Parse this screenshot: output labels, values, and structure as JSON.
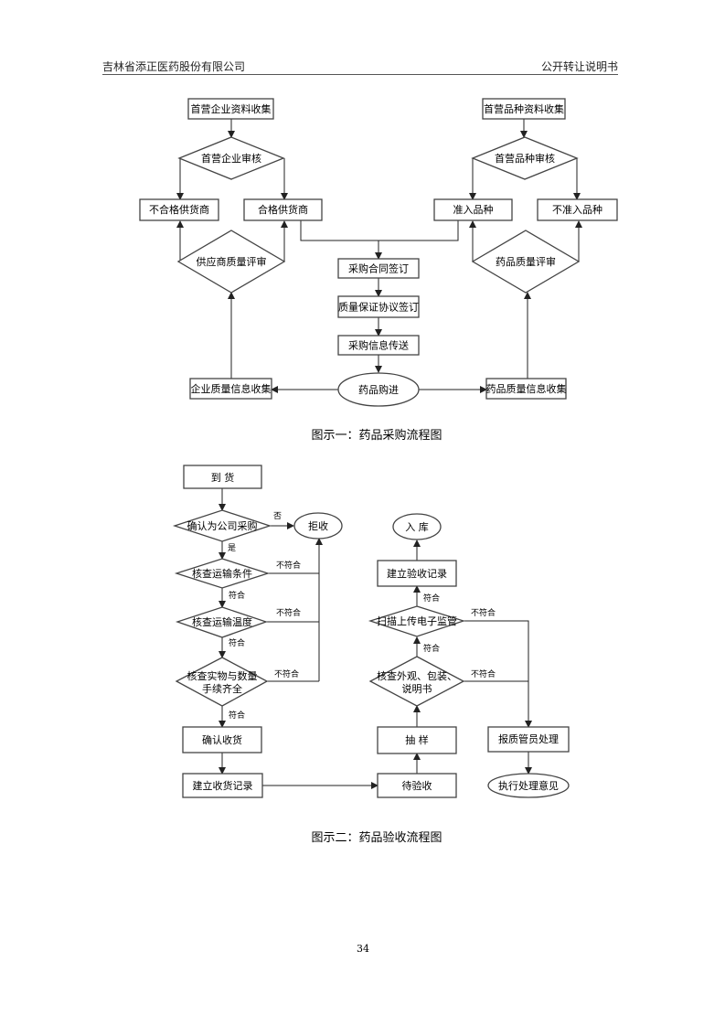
{
  "header": {
    "left": "吉林省添正医药股份有限公司",
    "right": "公开转让说明书"
  },
  "figure1": {
    "caption": "图示一：药品采购流程图",
    "nodes": {
      "company_info_collect": "首营企业资料收集",
      "company_review": "首营企业审核",
      "unqualified_supplier": "不合格供货商",
      "qualified_supplier": "合格供货商",
      "variety_info_collect": "首营品种资料收集",
      "variety_review": "首营品种审核",
      "admitted_variety": "准入品种",
      "rejected_variety": "不准入品种",
      "supplier_quality_review": "供应商质量评审",
      "drug_quality_review": "药品质量评审",
      "contract_signing": "采购合同签订",
      "quality_agreement": "质量保证协议签订",
      "purchase_info_transfer": "采购信息传送",
      "drug_purchase": "药品购进",
      "company_quality_info": "企业质量信息收集",
      "drug_quality_info": "药品质量信息收集"
    }
  },
  "figure2": {
    "caption": "图示二：药品验收流程图",
    "nodes": {
      "arrival": "到  货",
      "confirm_purchase": "确认为公司采购",
      "reject": "拒收",
      "check_transport": "核查运输条件",
      "check_temperature": "核查运输温度",
      "check_goods_line1": "核查实物与数量",
      "check_goods_line2": "手续齐全",
      "confirm_receipt": "确认收货",
      "receipt_record": "建立收货记录",
      "pending_inspection": "待验收",
      "sampling": "抽  样",
      "check_appearance_line1": "核查外观、包装、",
      "check_appearance_line2": "说明书",
      "scan_upload": "扫描上传电子监管",
      "inspection_record": "建立验收记录",
      "warehousing": "入  库",
      "report_qa": "报质管员处理",
      "execute_opinion": "执行处理意见"
    },
    "labels": {
      "no": "否",
      "yes": "是",
      "conform": "符合",
      "nonconform": "不符合"
    }
  },
  "page_number": "34"
}
